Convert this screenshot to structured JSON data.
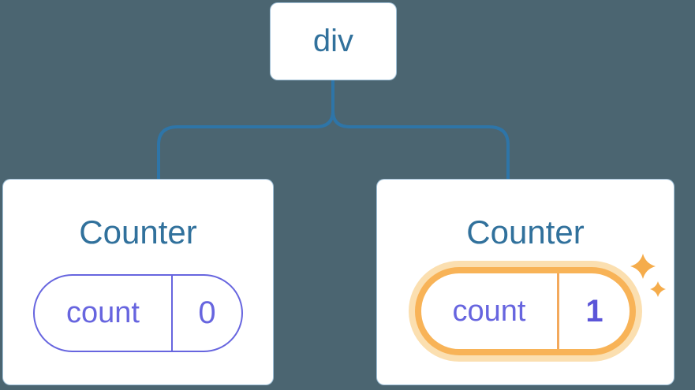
{
  "diagram": {
    "background_color": "#4B6571",
    "connector_color": "#2E75A8",
    "root": {
      "label": "div"
    },
    "children": [
      {
        "title": "Counter",
        "state_key": "count",
        "state_value": "0",
        "highlighted": false
      },
      {
        "title": "Counter",
        "state_key": "count",
        "state_value": "1",
        "highlighted": true
      }
    ],
    "colors": {
      "card_background": "#FFFFFF",
      "label_blue": "#31719C",
      "pill_purple": "#6765DF",
      "value_bold_purple": "#5B55D8",
      "highlight_orange": "#F8B357",
      "highlight_glow": "#FBDFB0",
      "sparkle_orange": "#F5AC4B"
    }
  }
}
